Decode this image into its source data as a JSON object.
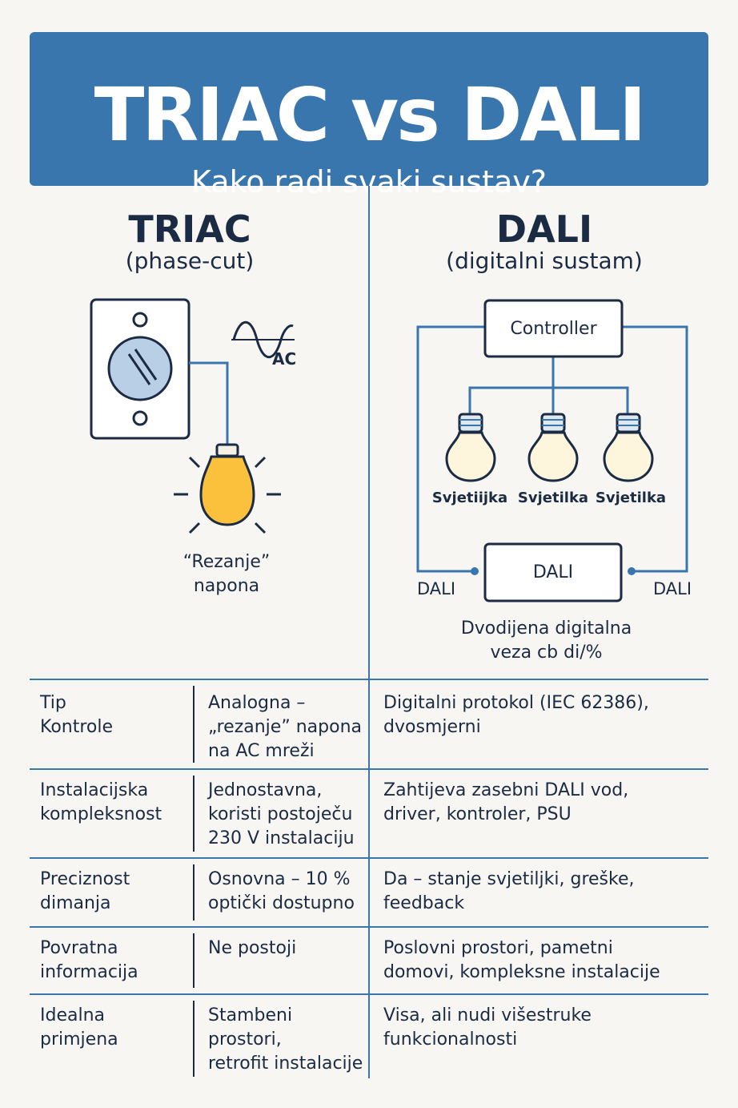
{
  "header": {
    "title": "TRIAC vs DALI",
    "subtitle": "Kako radi svaki sustav?"
  },
  "triac": {
    "title": "TRIAC",
    "subtitle": "(phase-cut)",
    "ac_label": "AC",
    "caption_line1": "“Rezanje”",
    "caption_line2": "napona"
  },
  "dali": {
    "title": "DALI",
    "subtitle": "(digitalni sustam)",
    "controller_label": "Controller",
    "bus_label": "DALI",
    "left_bus_label": "DALI",
    "right_bus_label": "DALI",
    "lamp_labels": [
      "Svjetiijka",
      "Svjetilka",
      "Svjetilka"
    ],
    "caption_line1": "Dvodijena digitalna",
    "caption_line2": "veza cb di/%"
  },
  "colors": {
    "banner": "#3a76ae",
    "line": "#3a76ae",
    "dark": "#1b2b44",
    "bulb_on": "#fbc13c",
    "bulb_off": "#fdf5dc",
    "knob": "#b8cfe6"
  },
  "table": {
    "rows": [
      {
        "label_lines": [
          "Tip",
          "Kontrole"
        ],
        "triac_lines": [
          "Analogna –",
          "„rezanje” napona",
          "na AC mreži"
        ],
        "dali_lines": [
          "Digitalni protokol (IEC 62386),",
          "dvosmjerni"
        ]
      },
      {
        "label_lines": [
          "Instalacijska",
          "kompleksnost"
        ],
        "triac_lines": [
          "Jednostavna,",
          "koristi postoječu",
          "230 V instalaciju"
        ],
        "dali_lines": [
          "Zahtijeva zasebni DALI vod,",
          "driver, kontroler, PSU"
        ]
      },
      {
        "label_lines": [
          "Preciznost",
          "dimanja"
        ],
        "triac_lines": [
          "Osnovna – 10 %",
          "optički dostupno"
        ],
        "dali_lines": [
          "Da – stanje svjetiljki, greške,",
          "feedback"
        ]
      },
      {
        "label_lines": [
          "Povratna",
          "informacija"
        ],
        "triac_lines": [
          "Ne postoji"
        ],
        "dali_lines": [
          "Poslovni prostori, pametni",
          "domovi, kompleksne instalacije"
        ]
      },
      {
        "label_lines": [
          "Idealna",
          "primjena"
        ],
        "triac_lines": [
          "Stambeni",
          "prostori,",
          "retrofit instalacije"
        ],
        "dali_lines": [
          "Visa, ali nudi višestruke",
          "funkcionalnosti"
        ]
      }
    ]
  }
}
